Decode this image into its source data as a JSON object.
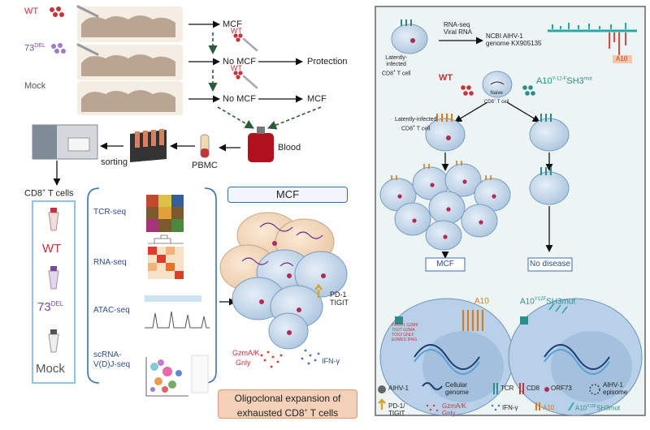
{
  "left": {
    "groups": [
      {
        "label": "WT",
        "result": "MCF"
      },
      {
        "label": "73",
        "label_sup": "DEL",
        "result": "No MCF",
        "outcome": "Protection"
      },
      {
        "label": "Mock",
        "result": "No MCF",
        "outcome": "MCF"
      }
    ],
    "challenge_label": "WT",
    "blood": "Blood",
    "pbmc": "PBMC",
    "sorting": "sorting",
    "cd8_title": "CD8",
    "cd8_sup": "+",
    "cd8_suffix": " T cells",
    "tubes": [
      {
        "label": "WT",
        "color": "#c8323a"
      },
      {
        "label": "73",
        "label_sup": "DEL",
        "color": "#7a4a9e"
      },
      {
        "label": "Mock",
        "color": "#555555"
      }
    ],
    "seq_methods": [
      "TCR-seq",
      "RNA-seq",
      "ATAC-seq",
      "scRNA-",
      "V(D)J-seq"
    ]
  },
  "center": {
    "mcf_title": "MCF",
    "pd1_label": "PD-1",
    "tigit_label": "TIGIT",
    "gzma_label": "GzmA/K",
    "gnly_label": "Gnly",
    "ifng_label": "IFN-γ",
    "expansion_line1": "Oligoclonal expansion of",
    "expansion_line2": "exhausted CD8",
    "expansion_sup": "+",
    "expansion_suffix": " T cells"
  },
  "right": {
    "rnaseq_line1": "RNA-seq",
    "rnaseq_line2": "Viral RNA",
    "ncbi_line1": "NCBI AlHV-1",
    "ncbi_line2": "genome KX905135",
    "a10_tag": "A10",
    "latent_line1": "Latently-",
    "latent_line2": "infected",
    "latent_line3": "CD8",
    "latent_sup": "+",
    "latent_suffix": " T cell",
    "wt": "WT",
    "naive_line1": "Naive",
    "naive_line2": "CD8",
    "naive_sup": "+",
    "naive_suffix": " T cell",
    "mutant": "A10",
    "mutant_sup": "Y-12-F",
    "mutant_suffix": "SH3",
    "mutant_sup2": "mut",
    "latent2_line1": "Latently-infected",
    "latent2_line2": "CD8",
    "latent2_sup": "+",
    "latent2_suffix": " T cell",
    "mcf_box": "MCF",
    "no_disease_box": "No disease",
    "nucleus_a10": "A10",
    "nucleus_mut": "A10",
    "nucleus_mut_sup": "Y12F",
    "nucleus_mut_suffix": "SH3mut",
    "genes": [
      "PDCD1",
      "GZMK",
      "TIGIT",
      "GZMA",
      "TOX2",
      "GNLY",
      "EOMES",
      "IFNG"
    ]
  },
  "legend": {
    "items": [
      {
        "icon": "virus-icon",
        "label": "AlHV-1"
      },
      {
        "icon": "genome-icon",
        "label": "Cellular genome"
      },
      {
        "icon": "tcr-icon",
        "label": "TCR"
      },
      {
        "icon": "cd8-icon",
        "label": "CD8"
      },
      {
        "icon": "orf73-icon",
        "label": "ORF73"
      },
      {
        "icon": "episome-icon",
        "label": "AlHV-1 episome"
      },
      {
        "icon": "pd1-tigit-icon",
        "label": "PD-1/ TIGIT"
      },
      {
        "icon": "gzm-icon",
        "label": "GzmA/K Gnly"
      },
      {
        "icon": "ifng-icon",
        "label": "IFN-γ"
      },
      {
        "icon": "a10-icon",
        "label": "A10"
      },
      {
        "icon": "a10mut-icon",
        "label": "A10",
        "sup": "Y12F",
        "suffix": "SH3mut"
      }
    ],
    "colors": {
      "wt": "#c8323a",
      "del": "#7a4a9e",
      "teal": "#2a8f8a",
      "orange": "#e08a1e",
      "cell": "#cfe0ef",
      "nucleus": "#9bbbd9"
    }
  }
}
